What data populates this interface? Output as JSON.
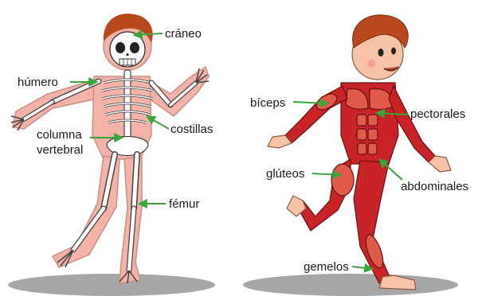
{
  "colors": {
    "arrow_green": "#3aa63a",
    "skin": "#f4b3a8",
    "hair": "#b8491c",
    "muscle": "#c82428",
    "muscle_light": "#e05a4a",
    "bone": "#ffffff",
    "ground": "#a6a6a6"
  },
  "skeleton": {
    "labels": {
      "craneo": "cráneo",
      "humero": "húmero",
      "columna_line1": "columna",
      "columna_line2": "vertebral",
      "costillas": "costillas",
      "femur": "fémur"
    }
  },
  "muscles": {
    "labels": {
      "biceps": "bíceps",
      "pectorales": "pectorales",
      "gluteos": "glúteos",
      "abdominales": "abdominales",
      "gemelos": "gemelos"
    }
  }
}
